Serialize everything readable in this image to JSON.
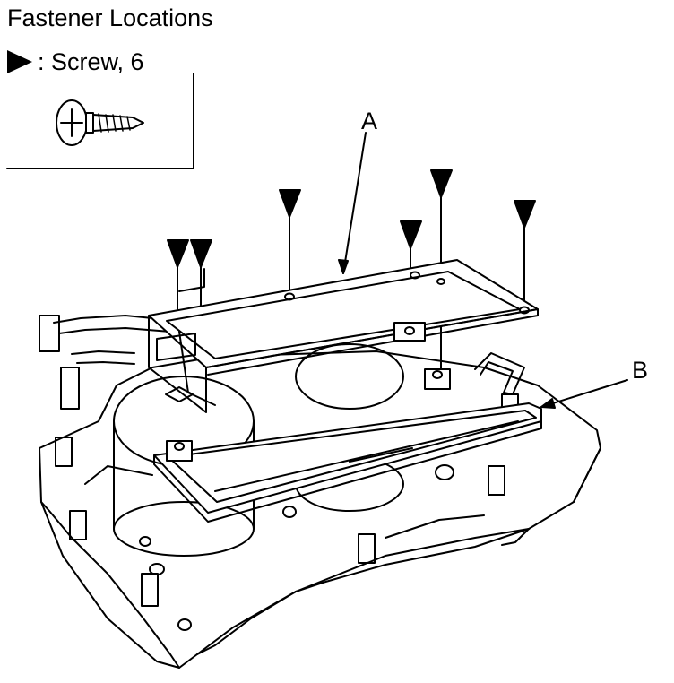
{
  "title": "Fastener Locations",
  "legend": {
    "marker_icon": "triangle-pointer-icon",
    "text": ": Screw, 6",
    "fastener_icon": "screw-icon"
  },
  "callouts": {
    "a": "A",
    "b": "B"
  },
  "colors": {
    "line": "#000000",
    "background": "#ffffff"
  }
}
